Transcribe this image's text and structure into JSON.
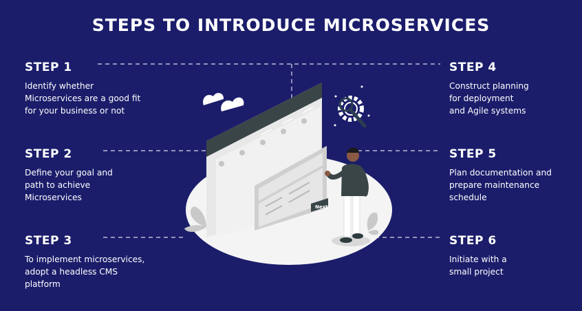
{
  "title": "STEPS TO INTRODUCE MICROSERVICES",
  "steps": [
    {
      "label": "STEP 1",
      "lines": [
        "Identify whether",
        "Microservices are a good fit",
        "for your business or not"
      ]
    },
    {
      "label": "STEP 2",
      "lines": [
        "Define your goal and",
        "path to achieve",
        "Microservices"
      ]
    },
    {
      "label": "STEP 3",
      "lines": [
        "To implement microservices,",
        "adopt a headless CMS",
        "platform"
      ]
    },
    {
      "label": "STEP 4",
      "lines": [
        "Construct planning",
        "for deployment",
        "and Agile systems"
      ]
    },
    {
      "label": "STEP 5",
      "lines": [
        "Plan documentation and",
        "prepare maintenance",
        "schedule"
      ]
    },
    {
      "label": "STEP 6",
      "lines": [
        "Initiate with a",
        "small project"
      ]
    }
  ],
  "illustration": {
    "next_button_label": "Next",
    "icons": [
      "cloud-icon",
      "gear-icon",
      "magnifier-icon",
      "plant-icon",
      "person-icon",
      "browser-window-icon"
    ]
  },
  "colors": {
    "background": "#1b1d6b",
    "text": "#ffffff",
    "connector": "#d9dbee",
    "platform": "#f4f4f4",
    "window_header": "#3a4548"
  }
}
